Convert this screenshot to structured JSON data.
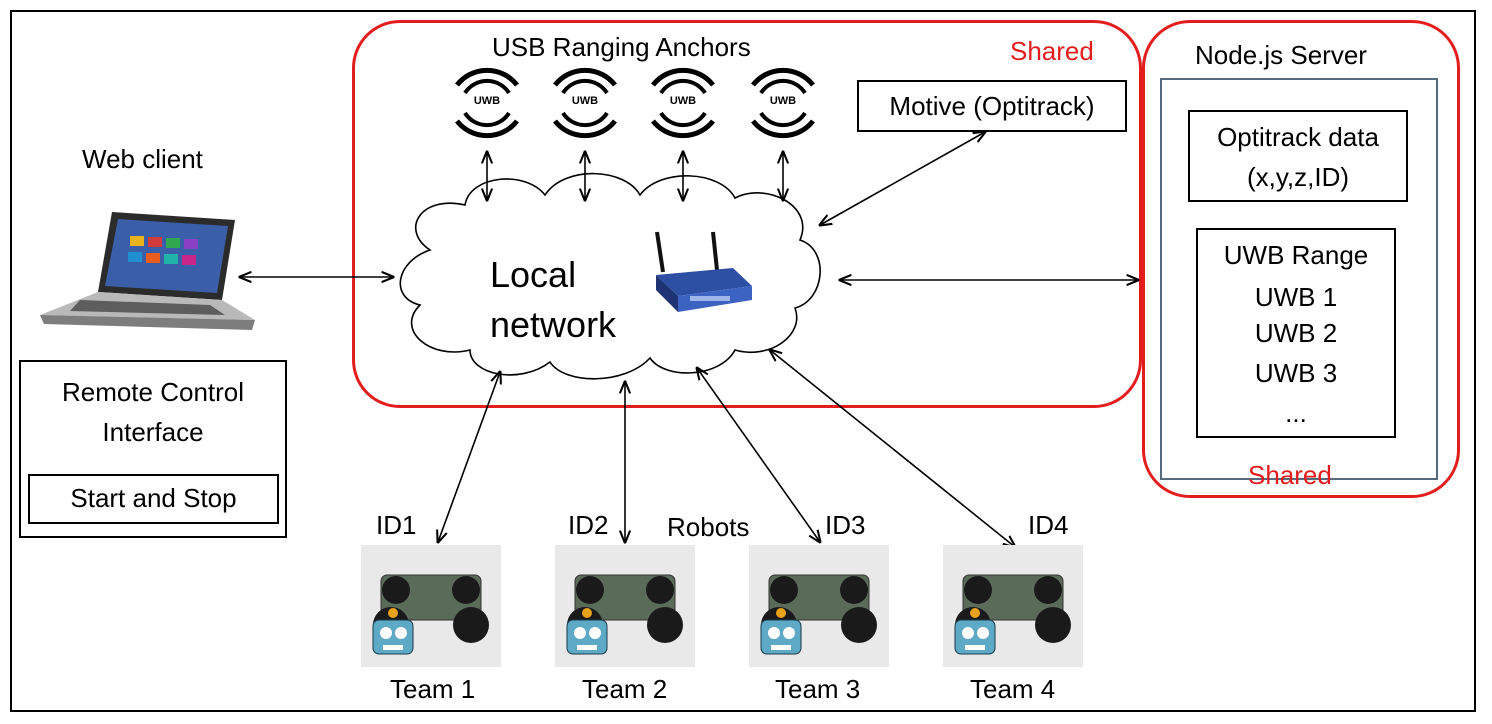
{
  "web_client": {
    "label": "Web client"
  },
  "remote_control": {
    "title_line1": "Remote Control",
    "title_line2": "Interface",
    "start_stop_label": "Start and Stop"
  },
  "shared_region": {
    "anchors_title": "USB Ranging Anchors",
    "shared_label": "Shared",
    "anchors": [
      "UWB",
      "UWB",
      "UWB",
      "UWB"
    ],
    "motive_label": "Motive (Optitrack)"
  },
  "network": {
    "line1": "Local",
    "line2": "network"
  },
  "server": {
    "title": "Node.js Server",
    "shared_label": "Shared",
    "optitrack_line1": "Optitrack data",
    "optitrack_line2": "(x,y,z,ID)",
    "uwb_title": "UWB Range",
    "uwb_items": [
      "UWB 1",
      "UWB 2",
      "UWB 3",
      "..."
    ]
  },
  "robots": {
    "label": "Robots",
    "ids": [
      "ID1",
      "ID2",
      "ID3",
      "ID4"
    ],
    "teams": [
      "Team 1",
      "Team 2",
      "Team 3",
      "Team 4"
    ]
  },
  "colors": {
    "shared": "#e31d1d",
    "router": "#2d4fa3"
  }
}
